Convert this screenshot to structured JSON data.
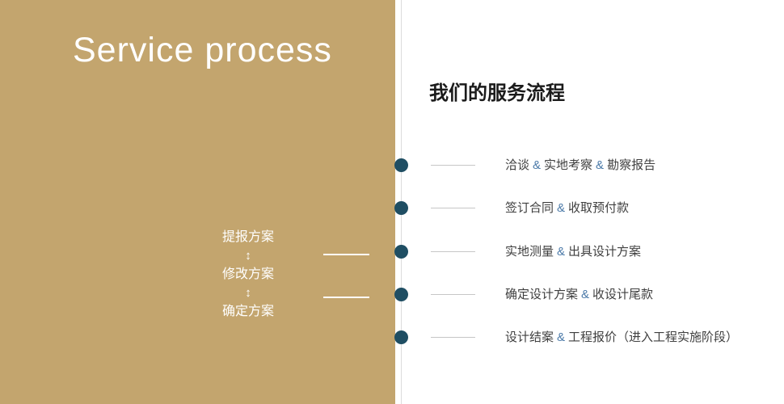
{
  "slide": {
    "title": "Service process",
    "heading": "我们的服务流程"
  },
  "left_labels": {
    "item1": "提报方案",
    "arrow1": "↕",
    "item2": "修改方案",
    "arrow2": "↕",
    "item3": "确定方案"
  },
  "steps": [
    {
      "pre": "洽谈",
      "amp1": "&",
      "mid": "实地考察",
      "amp2": "&",
      "post": "勘察报告"
    },
    {
      "pre": "签订合同",
      "amp1": "&",
      "mid": "收取预付款"
    },
    {
      "pre": "实地测量",
      "amp1": "&",
      "mid": "出具设计方案"
    },
    {
      "pre": "确定设计方案",
      "amp1": "&",
      "mid": "收设计尾款"
    },
    {
      "pre": "设计结案",
      "amp1": "&",
      "mid": "工程报价（进入工程实施阶段）"
    }
  ],
  "colors": {
    "panel_tan": "#C3A56E",
    "dot_navy": "#1F4E63",
    "ampersand_blue": "#4A79A8",
    "divider_gray": "#DBDBDB",
    "text_dark": "#3F3F3F"
  }
}
